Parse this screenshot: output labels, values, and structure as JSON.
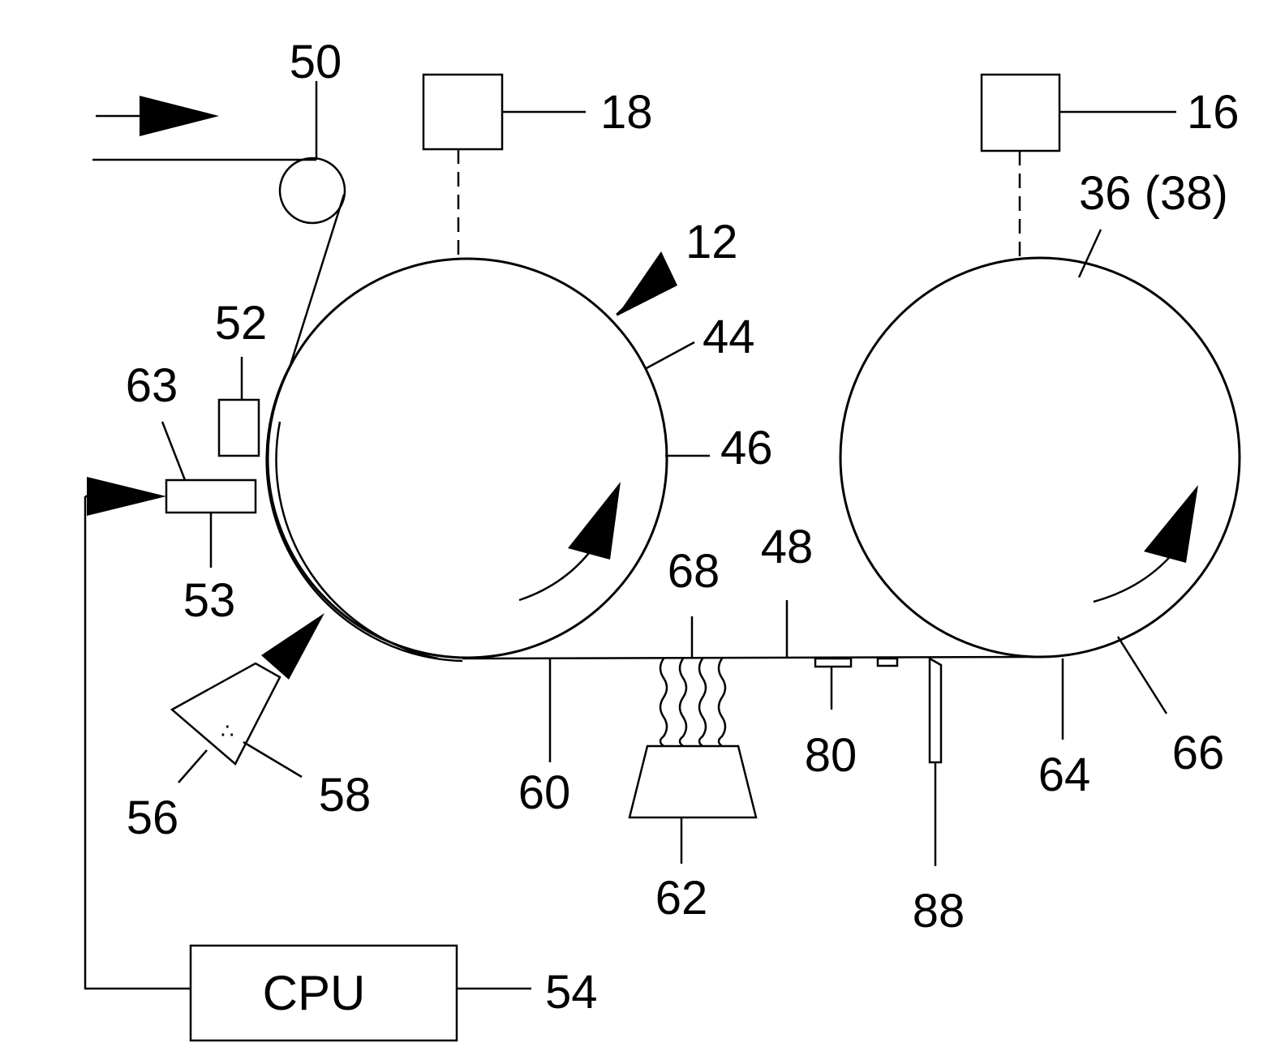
{
  "labels": {
    "l50": "50",
    "l18": "18",
    "l16": "16",
    "l12": "12",
    "l36": "36 (38)",
    "l52": "52",
    "l44": "44",
    "l63": "63",
    "l46": "46",
    "l53": "53",
    "l68": "68",
    "l48": "48",
    "l80": "80",
    "l60": "60",
    "l64": "64",
    "l66": "66",
    "l56": "56",
    "l58": "58",
    "l62": "62",
    "l88": "88",
    "l54": "54"
  },
  "cpu": {
    "label": "CPU"
  }
}
